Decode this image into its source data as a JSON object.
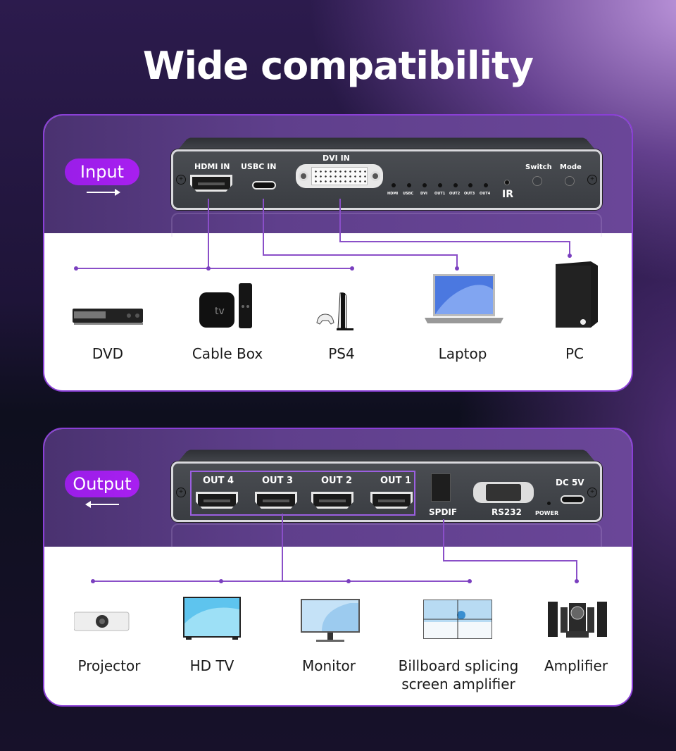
{
  "title": "Wide compatibility",
  "colors": {
    "accent": "#9a1ee8",
    "line": "#8a4fc8",
    "card_border": "#8a3fd6"
  },
  "input_section": {
    "pill_label": "Input",
    "arrow_direction": "right",
    "device_panel": {
      "ports": [
        "HDMI IN",
        "USBC IN",
        "DVI IN"
      ],
      "leds": [
        "HDMI",
        "USBC",
        "DVI",
        "OUT1",
        "OUT2",
        "OUT3",
        "OUT4"
      ],
      "ir_label": "IR",
      "buttons": [
        "Switch",
        "Mode"
      ]
    },
    "devices": [
      {
        "label": "DVD",
        "icon": "dvd-player-icon"
      },
      {
        "label": "Cable Box",
        "icon": "cable-box-icon"
      },
      {
        "label": "PS4",
        "icon": "game-console-icon"
      },
      {
        "label": "Laptop",
        "icon": "laptop-icon"
      },
      {
        "label": "PC",
        "icon": "pc-tower-icon"
      }
    ]
  },
  "output_section": {
    "pill_label": "Output",
    "arrow_direction": "left",
    "device_panel": {
      "ports": [
        "OUT 4",
        "OUT 3",
        "OUT 2",
        "OUT 1"
      ],
      "spdif_label": "SPDIF",
      "rs232_label": "RS232",
      "power_label": "POWER",
      "dc_label": "DC 5V"
    },
    "devices": [
      {
        "label": "Projector",
        "icon": "projector-icon"
      },
      {
        "label": "HD TV",
        "icon": "tv-icon"
      },
      {
        "label": "Monitor",
        "icon": "monitor-icon"
      },
      {
        "label": "Billboard splicing",
        "label2": "screen amplifier",
        "icon": "video-wall-icon"
      },
      {
        "label": "Amplifier",
        "icon": "speaker-system-icon"
      }
    ]
  }
}
